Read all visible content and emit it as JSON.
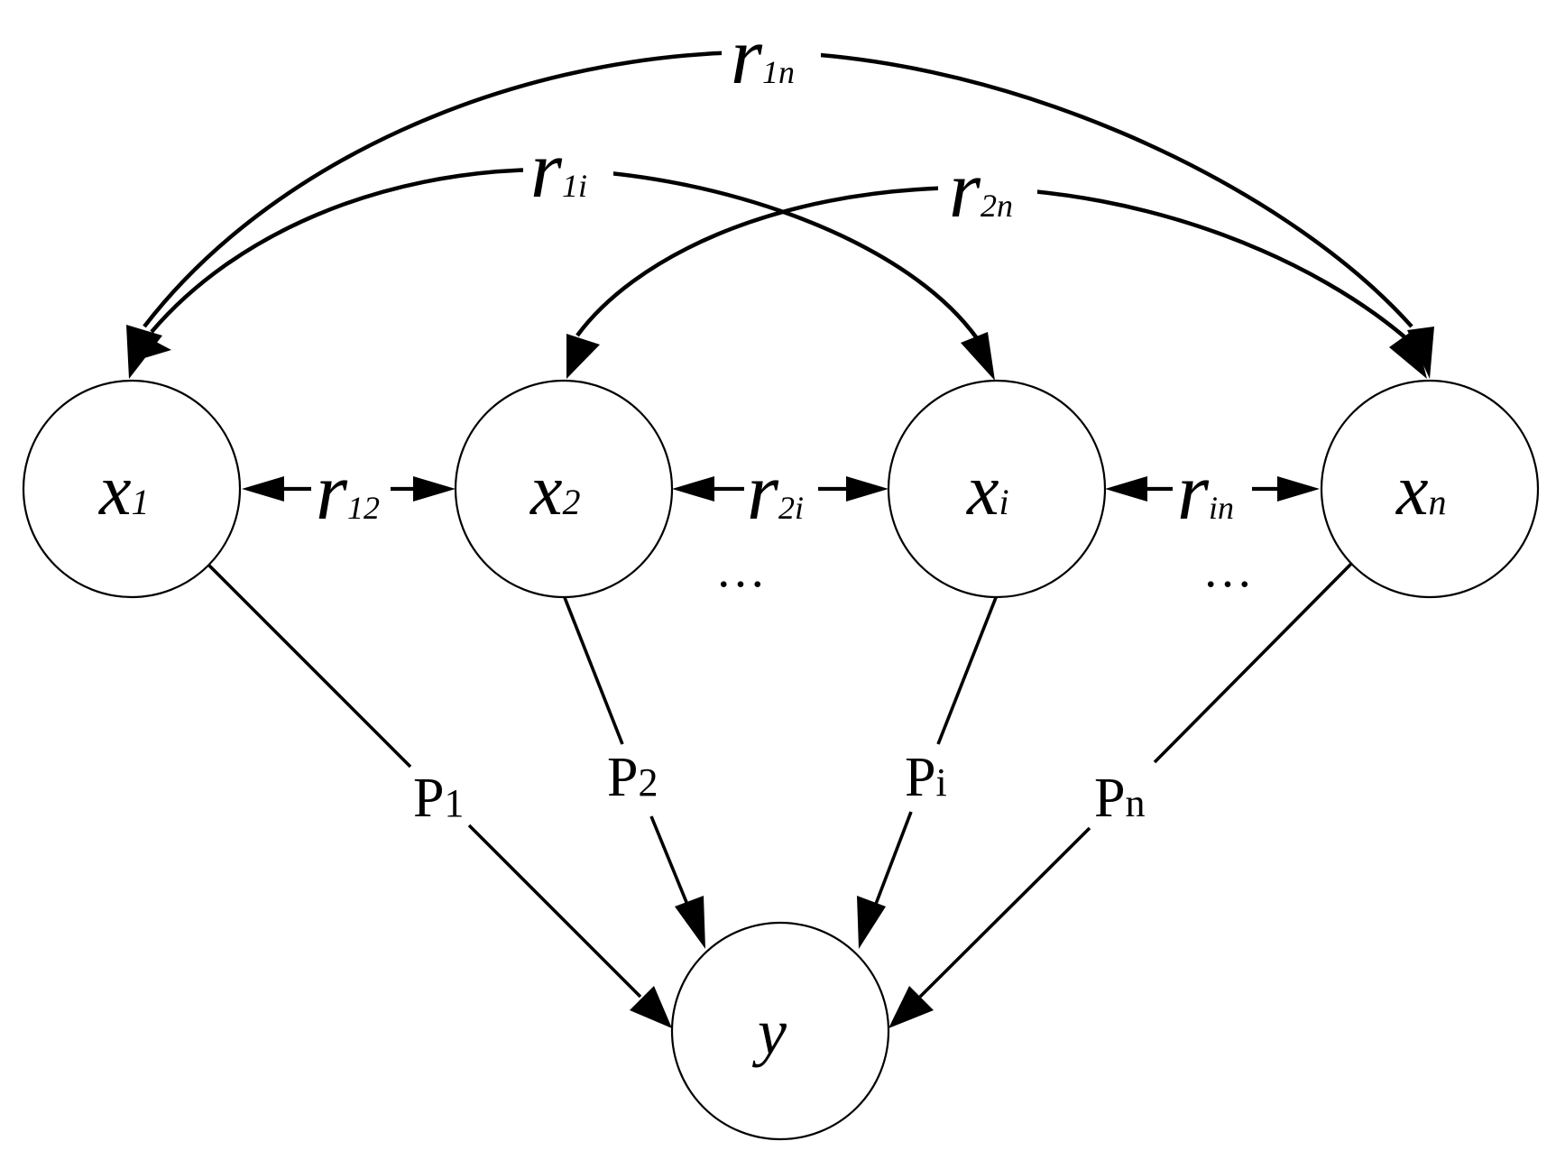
{
  "nodes": {
    "x1": {
      "base": "x",
      "sub": "1"
    },
    "x2": {
      "base": "x",
      "sub": "2"
    },
    "xi": {
      "base": "x",
      "sub": "i"
    },
    "xn": {
      "base": "x",
      "sub": "n"
    },
    "y": {
      "base": "y"
    }
  },
  "correlations": {
    "r12": {
      "base": "r",
      "sub": "12"
    },
    "r2i": {
      "base": "r",
      "sub": "2i"
    },
    "rin": {
      "base": "r",
      "sub": "in"
    },
    "r1i": {
      "base": "r",
      "sub": "1i"
    },
    "r2n": {
      "base": "r",
      "sub": "2n"
    },
    "r1n": {
      "base": "r",
      "sub": "1n"
    }
  },
  "paths": {
    "p1": {
      "base": "P",
      "sub": "1"
    },
    "p2": {
      "base": "P",
      "sub": "2"
    },
    "pi": {
      "base": "P",
      "sub": "i"
    },
    "pn": {
      "base": "P",
      "sub": "n"
    }
  },
  "ellipsis": {
    "left": "…",
    "right": "…"
  }
}
